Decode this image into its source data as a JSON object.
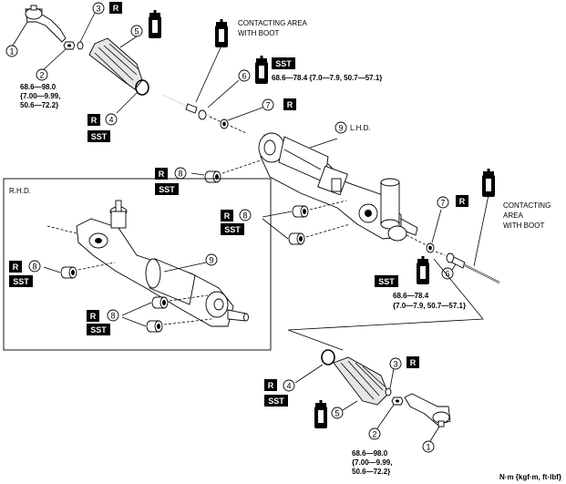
{
  "labels": {
    "contacting_top": [
      "CONTACTING AREA",
      "WITH BOOT"
    ],
    "contacting_right": [
      "CONTACTING",
      "AREA",
      "WITH BOOT"
    ],
    "lhd": "L.H.D.",
    "rhd": "R.H.D.",
    "units": "N·m {kgf·m, ft·lbf}"
  },
  "badges": {
    "r": "R",
    "sst": "SST"
  },
  "callouts": [
    "1",
    "2",
    "3",
    "4",
    "5",
    "6",
    "7",
    "8",
    "9"
  ],
  "torques": {
    "tie_rod_end_top": [
      "68.6—98.0",
      "{7.00—9.99,",
      "50.6—72.2}"
    ],
    "tie_rod_top": "68.6—78.4 {7.0—7.9, 50.7—57.1}",
    "tie_rod_right": [
      "68.6—78.4",
      "{7.0—7.9, 50.7—57.1}"
    ],
    "tie_rod_end_bottom": [
      "68.6—98.0",
      "{7.00—9.99,",
      "50.6—72.2}"
    ]
  },
  "grease_label": "GREASE"
}
